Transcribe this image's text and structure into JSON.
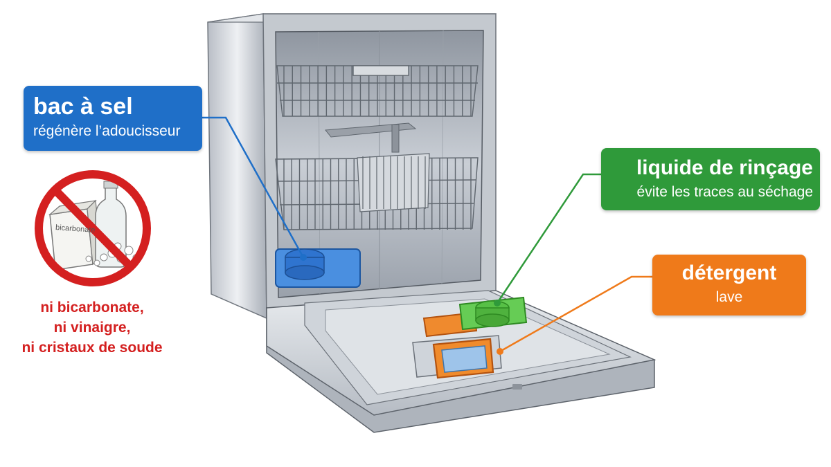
{
  "callouts": {
    "salt": {
      "title": "bac à sel",
      "subtitle": "régénère l’adoucisseur",
      "color": "#1f6fc8"
    },
    "rinse": {
      "title": "liquide de rinçage",
      "subtitle": "évite les traces au séchage",
      "color": "#2f9a3a"
    },
    "detergent": {
      "title": "détergent",
      "subtitle": "lave",
      "color": "#ef7a1a"
    }
  },
  "warning": {
    "box_label": "bicarbonate",
    "lines": [
      "ni bicarbonate,",
      "ni vinaigre,",
      "ni cristaux de soude"
    ],
    "color": "#d42020"
  },
  "icons": [
    "prohibition-icon",
    "bicarbonate-box-icon",
    "vinegar-bottle-icon",
    "soda-crystals-icon"
  ]
}
